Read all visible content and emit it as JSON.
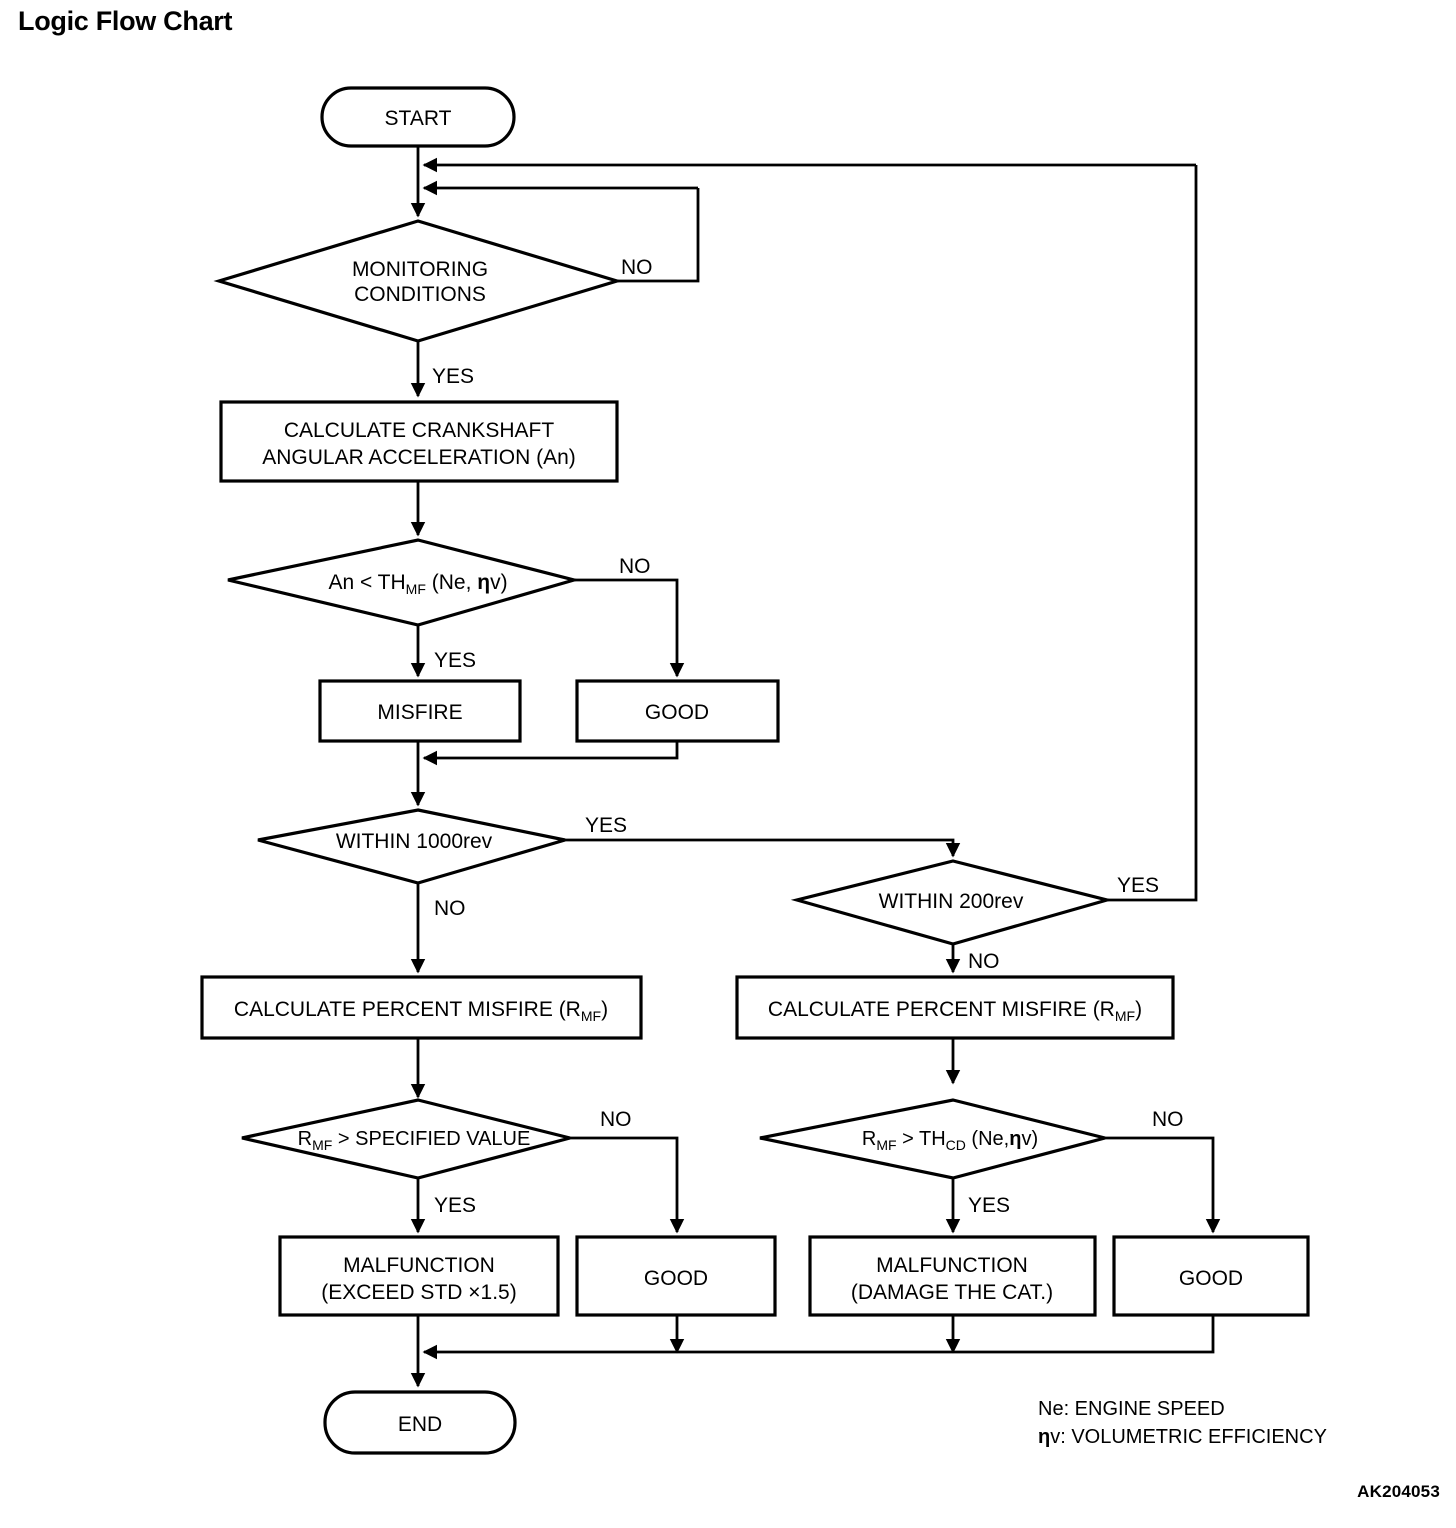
{
  "page": {
    "title": "Logic Flow Chart",
    "doc_code": "AK204053"
  },
  "legend": {
    "line1": "Ne: ENGINE SPEED",
    "line2_symbol": "η",
    "line2_rest": "v: VOLUMETRIC EFFICIENCY"
  },
  "nodes": {
    "start": {
      "label": "START",
      "type": "terminator"
    },
    "monitoring": {
      "line1": "MONITORING",
      "line2": "CONDITIONS",
      "type": "decision"
    },
    "calc_crank": {
      "line1": "CALCULATE CRANKSHAFT",
      "line2": "ANGULAR ACCELERATION (An)",
      "type": "process"
    },
    "an_test": {
      "prefix": "An < TH",
      "sub": "MF",
      "suffix": " (Ne, ",
      "eta": "η",
      "suffix2": "v)",
      "type": "decision"
    },
    "misfire": {
      "label": "MISFIRE",
      "type": "process"
    },
    "good1": {
      "label": "GOOD",
      "type": "process"
    },
    "within1000": {
      "label": "WITHIN 1000rev",
      "type": "decision"
    },
    "within200": {
      "label": "WITHIN 200rev",
      "type": "decision"
    },
    "calc_pct_left": {
      "prefix": "CALCULATE PERCENT MISFIRE (R",
      "sub": "MF",
      "suffix": ")",
      "type": "process"
    },
    "calc_pct_right": {
      "prefix": "CALCULATE PERCENT MISFIRE (R",
      "sub": "MF",
      "suffix": ")",
      "type": "process"
    },
    "rmf_spec": {
      "prefix": "R",
      "sub": "MF",
      "suffix": " > SPECIFIED VALUE",
      "type": "decision"
    },
    "rmf_thcd": {
      "prefix": "R",
      "sub": "MF",
      "mid": " > TH",
      "sub2": "CD",
      "suffix": " (Ne,",
      "eta": "η",
      "suffix2": "v)",
      "type": "decision"
    },
    "malf_exceed": {
      "line1": "MALFUNCTION",
      "line2": "(EXCEED STD  ×1.5)",
      "type": "process"
    },
    "good2": {
      "label": "GOOD",
      "type": "process"
    },
    "malf_cat": {
      "line1": "MALFUNCTION",
      "line2": "(DAMAGE THE CAT.)",
      "type": "process"
    },
    "good3": {
      "label": "GOOD",
      "type": "process"
    },
    "end": {
      "label": "END",
      "type": "terminator"
    }
  },
  "branches": {
    "monitoring_no": "NO",
    "monitoring_yes": "YES",
    "an_no": "NO",
    "an_yes": "YES",
    "within1000_yes": "YES",
    "within1000_no": "NO",
    "within200_yes": "YES",
    "within200_no": "NO",
    "rmf_spec_no": "NO",
    "rmf_spec_yes": "YES",
    "rmf_thcd_no": "NO",
    "rmf_thcd_yes": "YES"
  },
  "colors": {
    "stroke": "#000000",
    "fill": "#ffffff",
    "text": "#000000"
  }
}
